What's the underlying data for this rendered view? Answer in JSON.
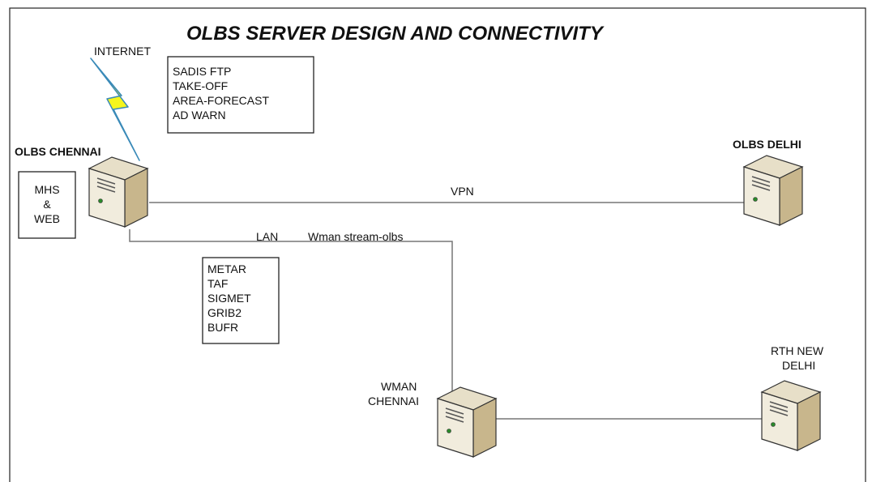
{
  "title": "OLBS SERVER DESIGN AND CONNECTIVITY",
  "internet_label": "INTERNET",
  "internet_services": [
    "SADIS FTP",
    "TAKE-OFF",
    "AREA-FORECAST",
    "AD WARN"
  ],
  "olbs_chennai": {
    "label": "OLBS CHENNAI",
    "side_box": [
      "MHS",
      "&",
      "WEB"
    ]
  },
  "olbs_delhi": {
    "label": "OLBS DELHI"
  },
  "vpn_label": "VPN",
  "lan_label": "LAN",
  "wman_stream_label": "Wman stream-olbs",
  "lan_products": [
    "METAR",
    "TAF",
    "SIGMET",
    "GRIB2",
    "BUFR"
  ],
  "wman_chennai": {
    "label_lines": [
      "WMAN",
      "CHENNAI"
    ]
  },
  "rth_new_delhi": {
    "label_lines": [
      "RTH NEW",
      "DELHI"
    ]
  },
  "colors": {
    "server_face": "#f1ecdd",
    "server_side": "#c8b68c",
    "server_top": "#e7dfc8",
    "lightning": "#f5f51c",
    "line": "#777777"
  }
}
